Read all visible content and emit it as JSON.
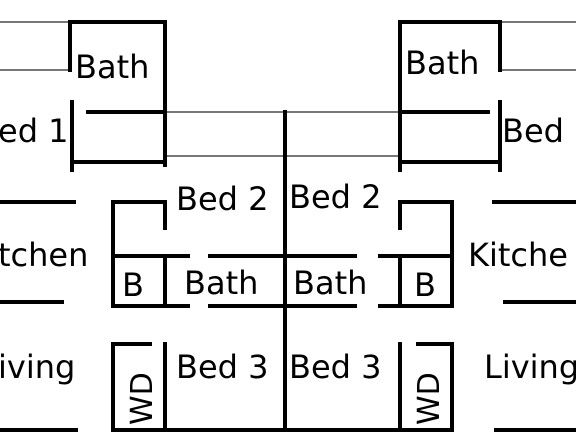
{
  "rooms": {
    "bath_top_left": "Bath",
    "bath_top_right": "Bath",
    "bed1_left": "ed 1",
    "bed1_right": "Bed",
    "bed2_left": "Bed 2",
    "bed2_right": "Bed 2",
    "kitchen_left": "tchen",
    "kitchen_right": "Kitche",
    "b_left": "B",
    "b_right": "B",
    "bath_mid_left": "Bath",
    "bath_mid_right": "Bath",
    "living_left": "iving",
    "living_right": "Living",
    "wd_left": "WD",
    "wd_right": "WD",
    "bed3_left": "Bed 3",
    "bed3_right": "Bed 3"
  },
  "colors": {
    "wall": "#000000",
    "thin_line": "#777777",
    "background": "#ffffff"
  }
}
